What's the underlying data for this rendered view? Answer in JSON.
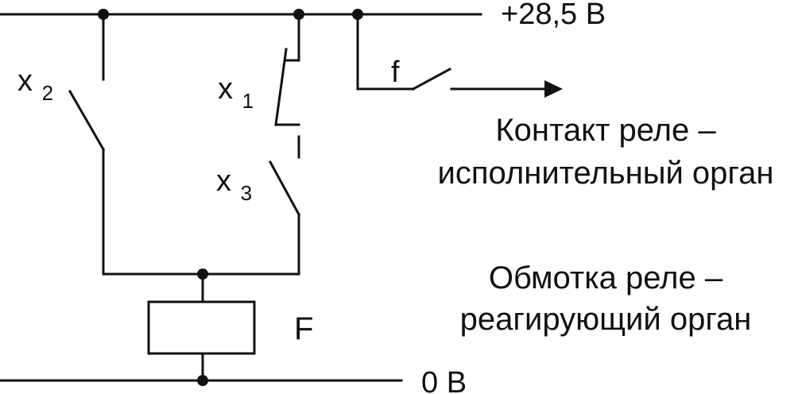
{
  "supply": {
    "plus_label": "+28,5 В",
    "zero_label": "0 В"
  },
  "contacts": {
    "x2": {
      "base": "x",
      "sub": "2"
    },
    "x1": {
      "base": "x",
      "sub": "1"
    },
    "x3": {
      "base": "x",
      "sub": "3"
    },
    "f": {
      "label": "f"
    }
  },
  "coil": {
    "label": "F"
  },
  "descriptions": {
    "contact_line1": "Контакт реле –",
    "contact_line2": "исполнительный орган",
    "coil_line1": "Обмотка реле –",
    "coil_line2": "реагирующий орган"
  },
  "colors": {
    "line": "#111111",
    "background": "#ffffff"
  }
}
